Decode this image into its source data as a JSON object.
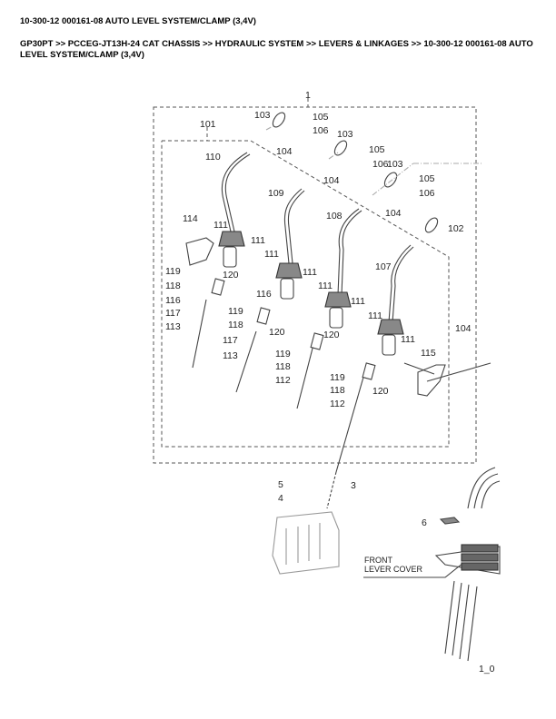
{
  "header": {
    "title": "10-300-12 000161-08 AUTO LEVEL SYSTEM/CLAMP (3,4V)",
    "breadcrumb": "GP30PT >> PCCEG-JT13H-24 CAT CHASSIS >> HYDRAULIC SYSTEM >> LEVERS & LINKAGES >> 10-300-12 000161-08 AUTO LEVEL SYSTEM/CLAMP (3,4V)"
  },
  "diagram": {
    "callouts": [
      "1",
      "101",
      "103",
      "105",
      "106",
      "103",
      "105",
      "106",
      "103",
      "105",
      "106",
      "104",
      "110",
      "109",
      "104",
      "108",
      "104",
      "102",
      "114",
      "111",
      "111",
      "111",
      "107",
      "119",
      "120",
      "111",
      "111",
      "118",
      "116",
      "116",
      "111",
      "111",
      "104",
      "117",
      "113",
      "119",
      "118",
      "120",
      "117",
      "113",
      "120",
      "111",
      "115",
      "119",
      "118",
      "112",
      "119",
      "118",
      "120",
      "112",
      "5",
      "4",
      "3",
      "6"
    ],
    "note_line1": "FRONT",
    "note_line2": "LEVER COVER",
    "figure_id": "1_0"
  }
}
